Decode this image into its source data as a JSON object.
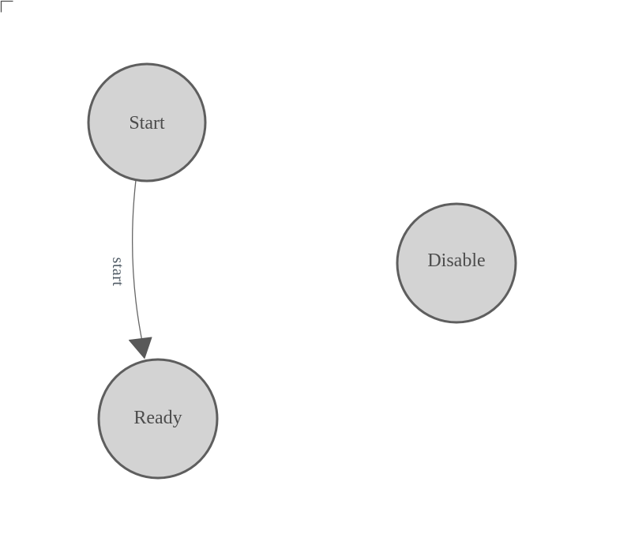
{
  "app": {
    "title": "state-diagram"
  },
  "colors": {
    "background": "#ffffff",
    "node_fill": "#d3d3d3",
    "node_stroke": "#5e5e5e",
    "node_label": "#4c4c4c",
    "edge_stroke": "#666666",
    "arrowhead_fill": "#595959",
    "edge_label": "#4f5a64",
    "corner_mark": "#4f4f4f"
  },
  "diagram": {
    "nodes": [
      {
        "id": "start",
        "label": "Start"
      },
      {
        "id": "ready",
        "label": "Ready"
      },
      {
        "id": "disable",
        "label": "Disable"
      }
    ],
    "edges": [
      {
        "from": "Start",
        "to": "Ready",
        "label": "start"
      }
    ]
  }
}
